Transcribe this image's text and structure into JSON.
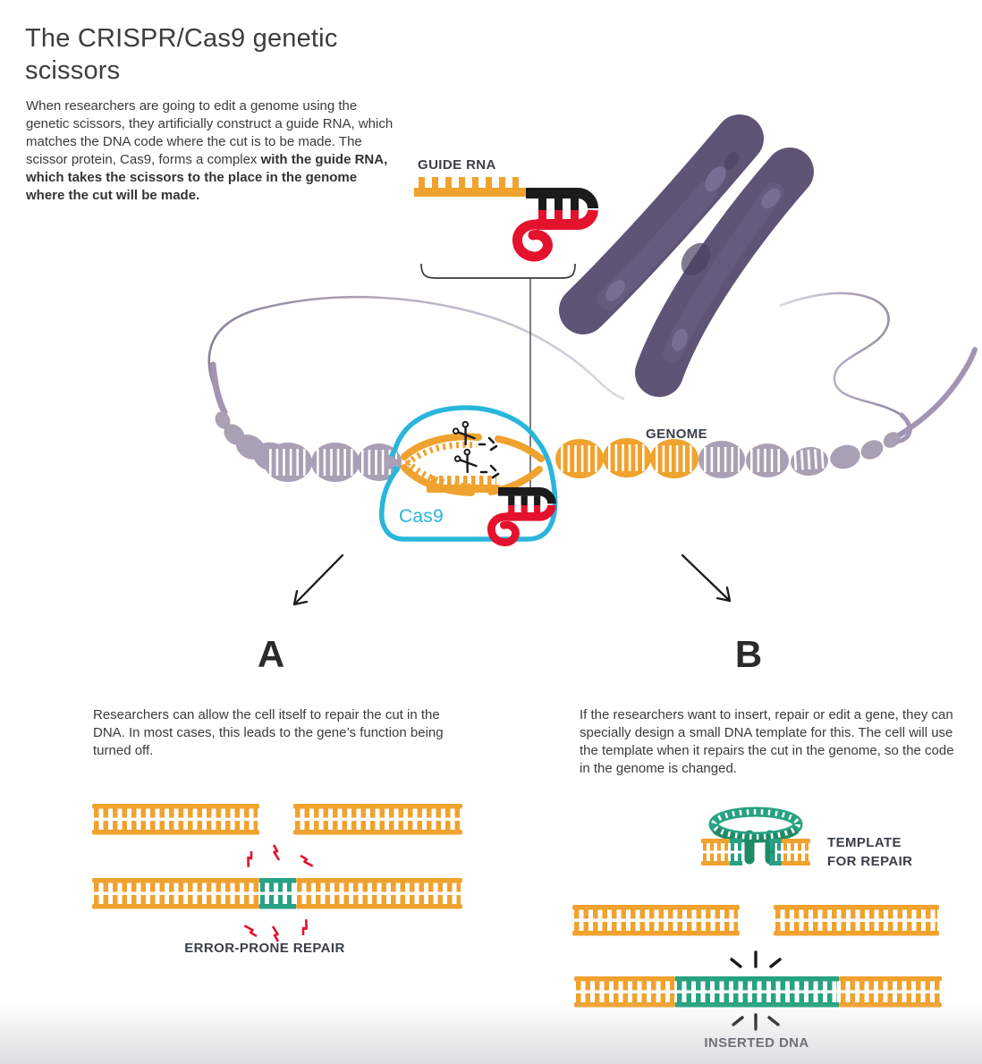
{
  "page": {
    "title": "The CRISPR/Cas9 genetic scissors"
  },
  "intro": {
    "part1": "When researchers are going to edit a genome using the genetic scissors, they artificially construct a guide RNA, which matches the DNA code where the cut is to be made. The scissor protein, Cas9, forms a complex ",
    "part2": "with the guide RNA, which takes the scissors to the place in the genome where the cut will be made."
  },
  "diagram_labels": {
    "guide_rna": "GUIDE RNA",
    "genome": "GENOME",
    "cas9": "Cas9"
  },
  "sections": {
    "a": {
      "heading": "A",
      "text": "Researchers can allow the cell itself to repair the cut in the DNA. In most cases, this leads to the gene’s function being turned off.",
      "caption": "ERROR-PRONE REPAIR"
    },
    "b": {
      "heading": "B",
      "text": "If the researchers want to insert, repair or edit a gene, they can specially design a small DNA template for this. The cell will use the template when it repairs the cut in the genome, so the code in the genome is changed.",
      "template_caption_line1": "TEMPLATE",
      "template_caption_line2": "FOR REPAIR",
      "caption": "INSERTED DNA"
    }
  },
  "icons": {
    "scissors": "crossed-blades-with-ring-handles",
    "cut_marks": "short-black-dashes",
    "spark_marks": "red-lightning-bolts",
    "emphasis_marks": "black-radiating-dashes"
  },
  "colors": {
    "dna_orange": "#F0A22F",
    "repair_green": "#27A282",
    "guide_red": "#E5122E",
    "cas9_cyan": "#29B6DA",
    "chromosome_purple": "#5D5476",
    "helix_purple": "#A9A0B5",
    "text_dark": "#3C3C3B",
    "label_dark": "#3A4049"
  }
}
